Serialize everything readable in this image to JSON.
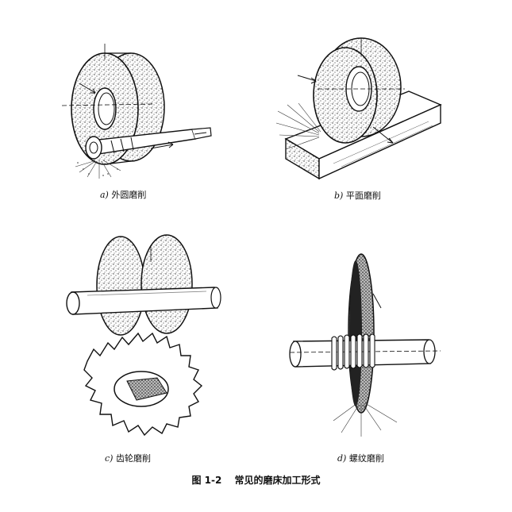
{
  "panels": [
    {
      "letter": "a)",
      "title": "外圆磨削"
    },
    {
      "letter": "b)",
      "title": "平面磨削"
    },
    {
      "letter": "c)",
      "title": "齿轮磨削"
    },
    {
      "letter": "d)",
      "title": "螺纹磨削"
    }
  ],
  "figure": {
    "number": "图 1-2",
    "title": "常见的磨床加工形式"
  },
  "colors": {
    "ink": "#111111",
    "paper": "#ffffff",
    "stipple": "#555555"
  }
}
